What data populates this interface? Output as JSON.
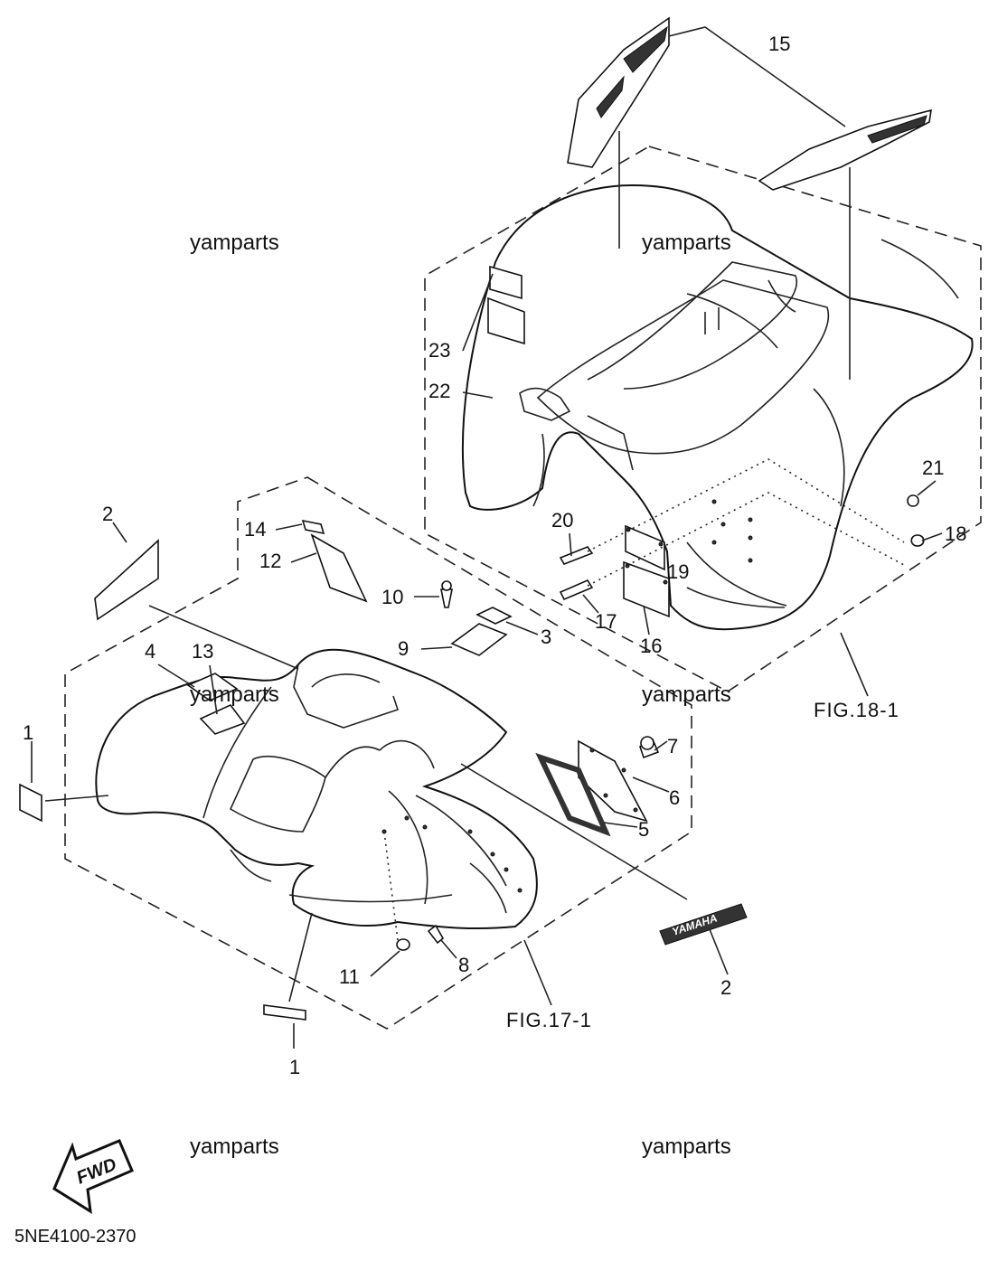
{
  "watermarks": [
    "yamparts",
    "yamparts",
    "yamparts",
    "yamparts",
    "yamparts",
    "yamparts"
  ],
  "callouts": {
    "c1a": "1",
    "c1b": "1",
    "c2a": "2",
    "c2b": "2",
    "c3": "3",
    "c4": "4",
    "c5": "5",
    "c6": "6",
    "c7": "7",
    "c8": "8",
    "c9": "9",
    "c10": "10",
    "c11": "11",
    "c12": "12",
    "c13": "13",
    "c14": "14",
    "c15": "15",
    "c16": "16",
    "c17": "17",
    "c18": "18",
    "c19": "19",
    "c20": "20",
    "c21": "21",
    "c22": "22",
    "c23": "23"
  },
  "figure_refs": {
    "rear": "FIG.18-1",
    "front": "FIG.17-1"
  },
  "fwd_label": "FWD",
  "emblem_text": "YAMAHA",
  "drawing_code": "5NE4100-2370"
}
